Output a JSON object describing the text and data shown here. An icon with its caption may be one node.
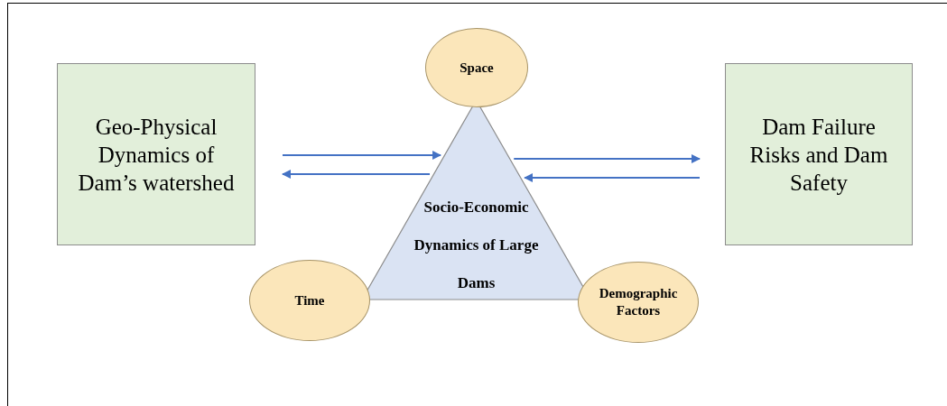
{
  "diagram": {
    "nodes": [
      {
        "text": [
          "Geo-Physical Dynamics of Dam’s watershed"
        ]
      },
      {
        "text": [
          "Space"
        ]
      },
      {
        "text": [
          "Socio-Economic Dynamics of Large Dams"
        ]
      },
      {
        "text": [
          "Dam Failure Risks and Dam Safety"
        ]
      },
      {
        "text": [
          "Time"
        ]
      },
      {
        "text": [
          "Demographic Factors"
        ]
      }
    ],
    "edges": [
      {
        "from": 0,
        "to": 2,
        "arrow": "to"
      },
      {
        "from": 2,
        "to": 0,
        "arrow": "to"
      },
      {
        "from": 2,
        "to": 3,
        "arrow": "to"
      },
      {
        "from": 3,
        "to": 2,
        "arrow": "to"
      }
    ]
  }
}
